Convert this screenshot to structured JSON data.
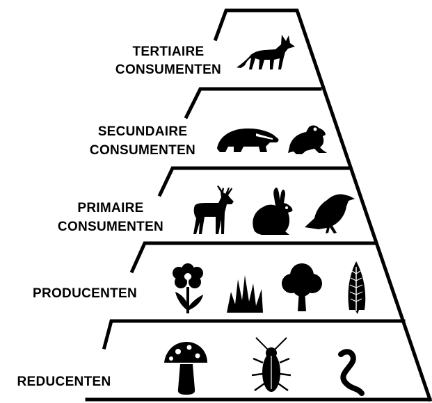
{
  "levels": [
    {
      "id": "tertiary",
      "line1": "TERTIAIRE",
      "line2": "CONSUMENTEN",
      "organisms": [
        "fox-icon"
      ]
    },
    {
      "id": "secondary",
      "line1": "SECUNDAIRE",
      "line2": "CONSUMENTEN",
      "organisms": [
        "badger-icon",
        "frog-icon"
      ]
    },
    {
      "id": "primary",
      "line1": "PRIMAIRE",
      "line2": "CONSUMENTEN",
      "organisms": [
        "deer-icon",
        "rabbit-icon",
        "bird-icon"
      ]
    },
    {
      "id": "producers",
      "line1": "PRODUCENTEN",
      "organisms": [
        "flower-icon",
        "grass-icon",
        "tree-icon",
        "fern-icon"
      ]
    },
    {
      "id": "decomposers",
      "line1": "REDUCENTEN",
      "organisms": [
        "mushroom-icon",
        "cockroach-icon",
        "worm-icon"
      ]
    }
  ],
  "colors": {
    "ink": "#000000",
    "background": "#ffffff"
  }
}
